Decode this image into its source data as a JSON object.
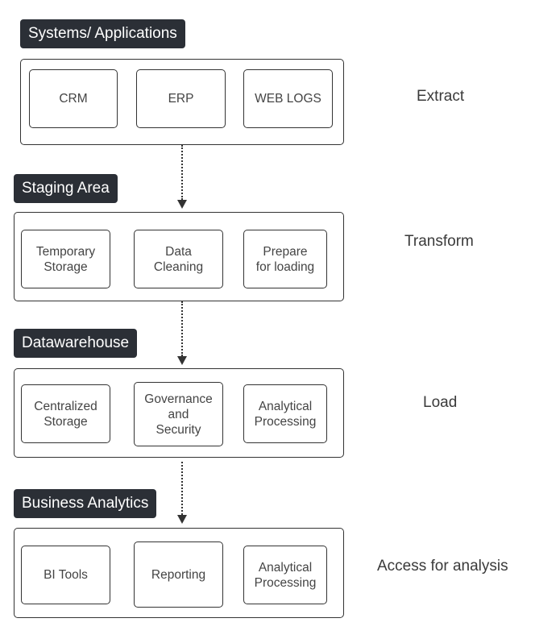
{
  "stages": [
    {
      "label": "Systems/ Applications",
      "step": "Extract",
      "boxes": [
        "CRM",
        "ERP",
        "WEB LOGS"
      ]
    },
    {
      "label": "Staging Area",
      "step": "Transform",
      "boxes": [
        "Temporary\nStorage",
        "Data\nCleaning",
        "Prepare\nfor loading"
      ]
    },
    {
      "label": "Datawarehouse",
      "step": "Load",
      "boxes": [
        "Centralized\nStorage",
        "Governance\nand\nSecurity",
        "Analytical\nProcessing"
      ]
    },
    {
      "label": "Business Analytics",
      "step": "Access for analysis",
      "boxes": [
        "BI Tools",
        "Reporting",
        "Analytical\nProcessing"
      ]
    }
  ]
}
